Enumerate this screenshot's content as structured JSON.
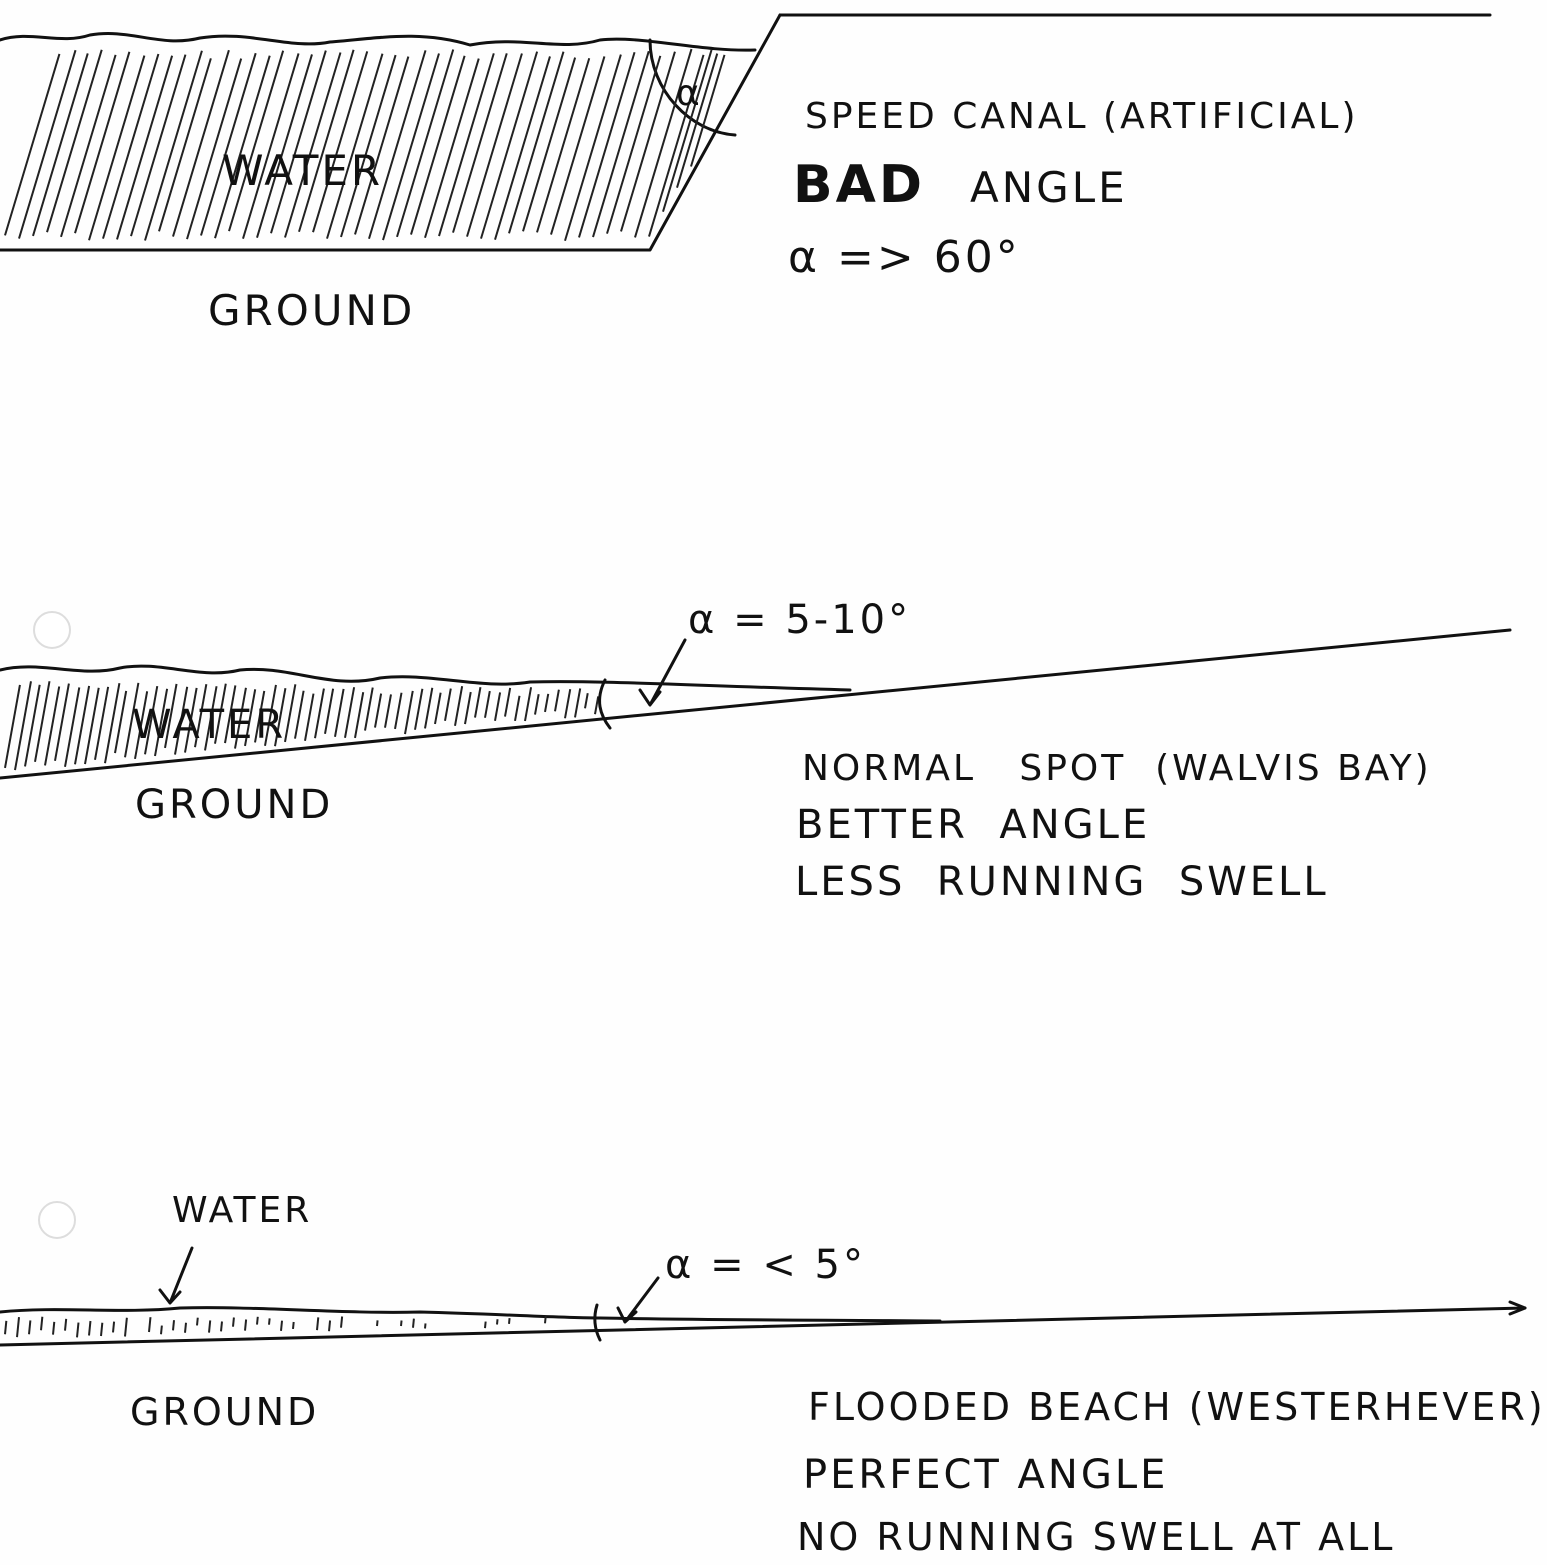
{
  "panels": [
    {
      "water_label": "WATER",
      "ground_label": "GROUND",
      "angle_symbol": "α",
      "notes": [
        "SPEED CANAL (ARTIFICIAL)",
        "BAD",
        "ANGLE",
        "α => 60°"
      ]
    },
    {
      "water_label": "WATER",
      "ground_label": "GROUND",
      "angle_label": "α = 5-10°",
      "notes": [
        "NORMAL   SPOT  (WALVIS BAY)",
        "BETTER  ANGLE",
        "LESS  RUNNING  SWELL"
      ]
    },
    {
      "water_label": "WATER",
      "ground_label": "GROUND",
      "angle_label": "α = < 5°",
      "notes": [
        "FLOODED BEACH (WESTERHEVER)",
        "PERFECT ANGLE",
        "NO RUNNING SWELL AT ALL"
      ]
    }
  ]
}
